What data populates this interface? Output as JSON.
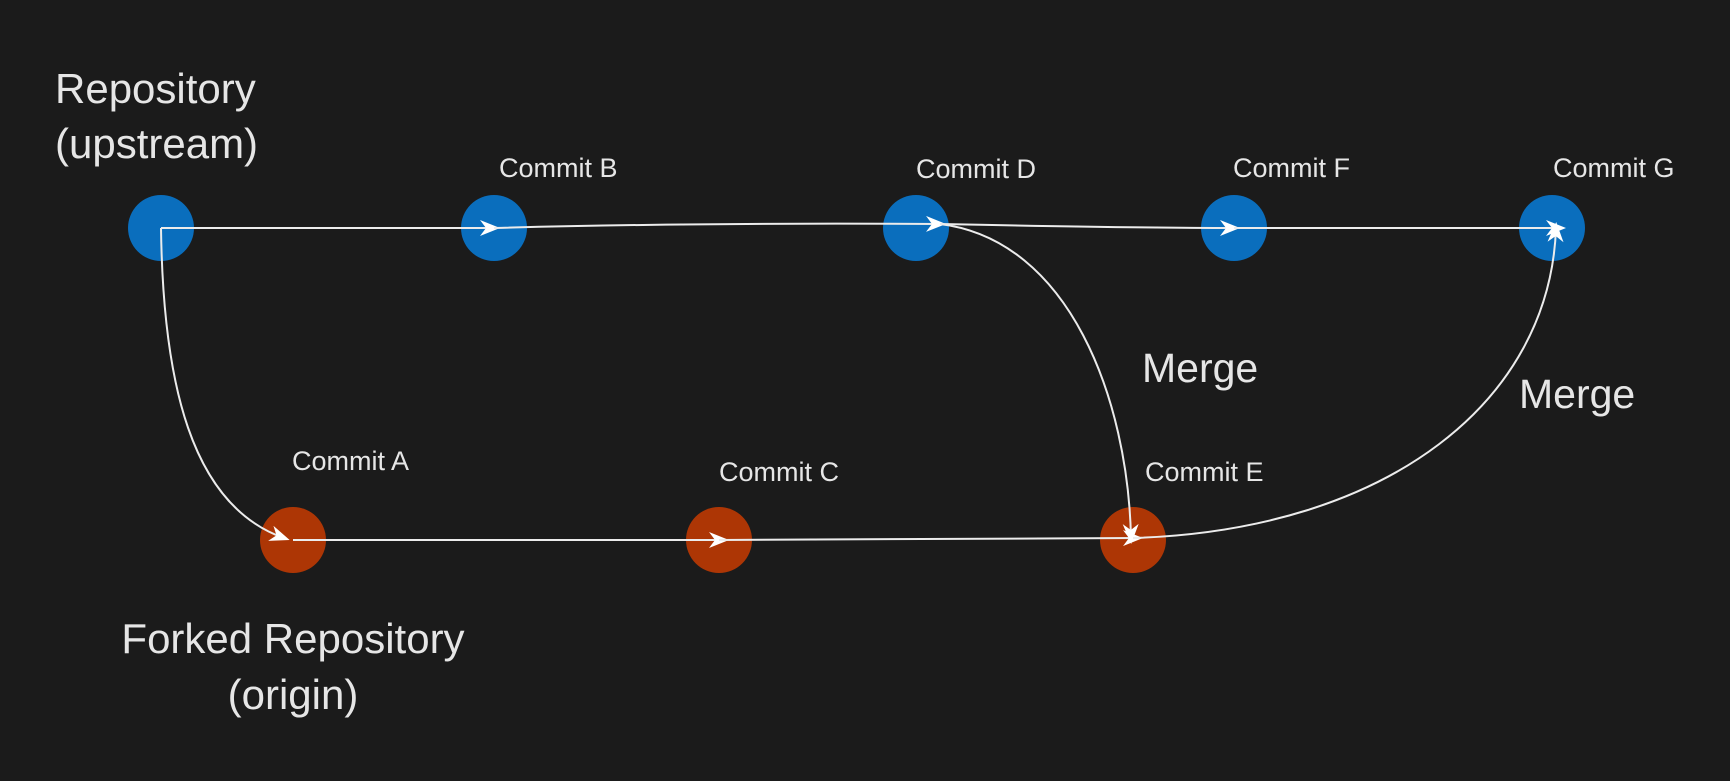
{
  "labels": {
    "upstream_line1": "Repository",
    "upstream_line2": "(upstream)",
    "origin_line1": "Forked Repository",
    "origin_line2": "(origin)",
    "merge1": "Merge",
    "merge2": "Merge"
  },
  "commits": {
    "a": "Commit A",
    "b": "Commit B",
    "c": "Commit C",
    "d": "Commit D",
    "e": "Commit E",
    "f": "Commit F",
    "g": "Commit G"
  },
  "colors": {
    "background": "#1b1b1b",
    "upstream": "#0a6ebd",
    "origin": "#ad3605",
    "line": "#ececec",
    "text": "#e6e6e6"
  }
}
